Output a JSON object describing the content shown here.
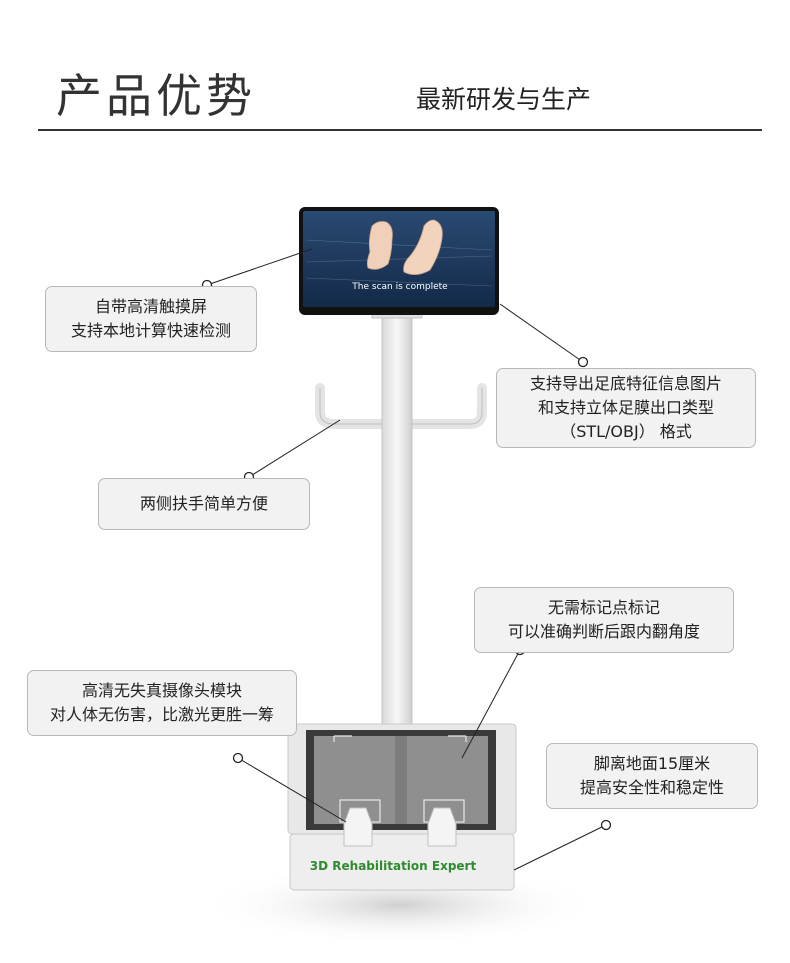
{
  "header": {
    "title": "产品优势",
    "subtitle": "最新研发与生产"
  },
  "device": {
    "screen_message": "The scan is complete",
    "brand_label": "3D Rehabilitation Expert",
    "brand_color": "#2e8b2e"
  },
  "callouts": [
    {
      "id": "touchscreen",
      "lines": [
        "自带高清触摸屏",
        "支持本地计算快速检测"
      ]
    },
    {
      "id": "export",
      "lines": [
        "支持导出足底特征信息图片",
        "和支持立体足膜出口类型",
        "（STL/OBJ） 格式"
      ]
    },
    {
      "id": "handrails",
      "lines": [
        "两侧扶手简单方便"
      ]
    },
    {
      "id": "no-markers",
      "lines": [
        "无需标记点标记",
        "可以准确判断后跟内翻角度"
      ]
    },
    {
      "id": "camera",
      "lines": [
        "高清无失真摄像头模块",
        "对人体无伤害，比激光更胜一筹"
      ]
    },
    {
      "id": "height",
      "lines": [
        "脚离地面15厘米",
        "提高安全性和稳定性"
      ]
    }
  ]
}
